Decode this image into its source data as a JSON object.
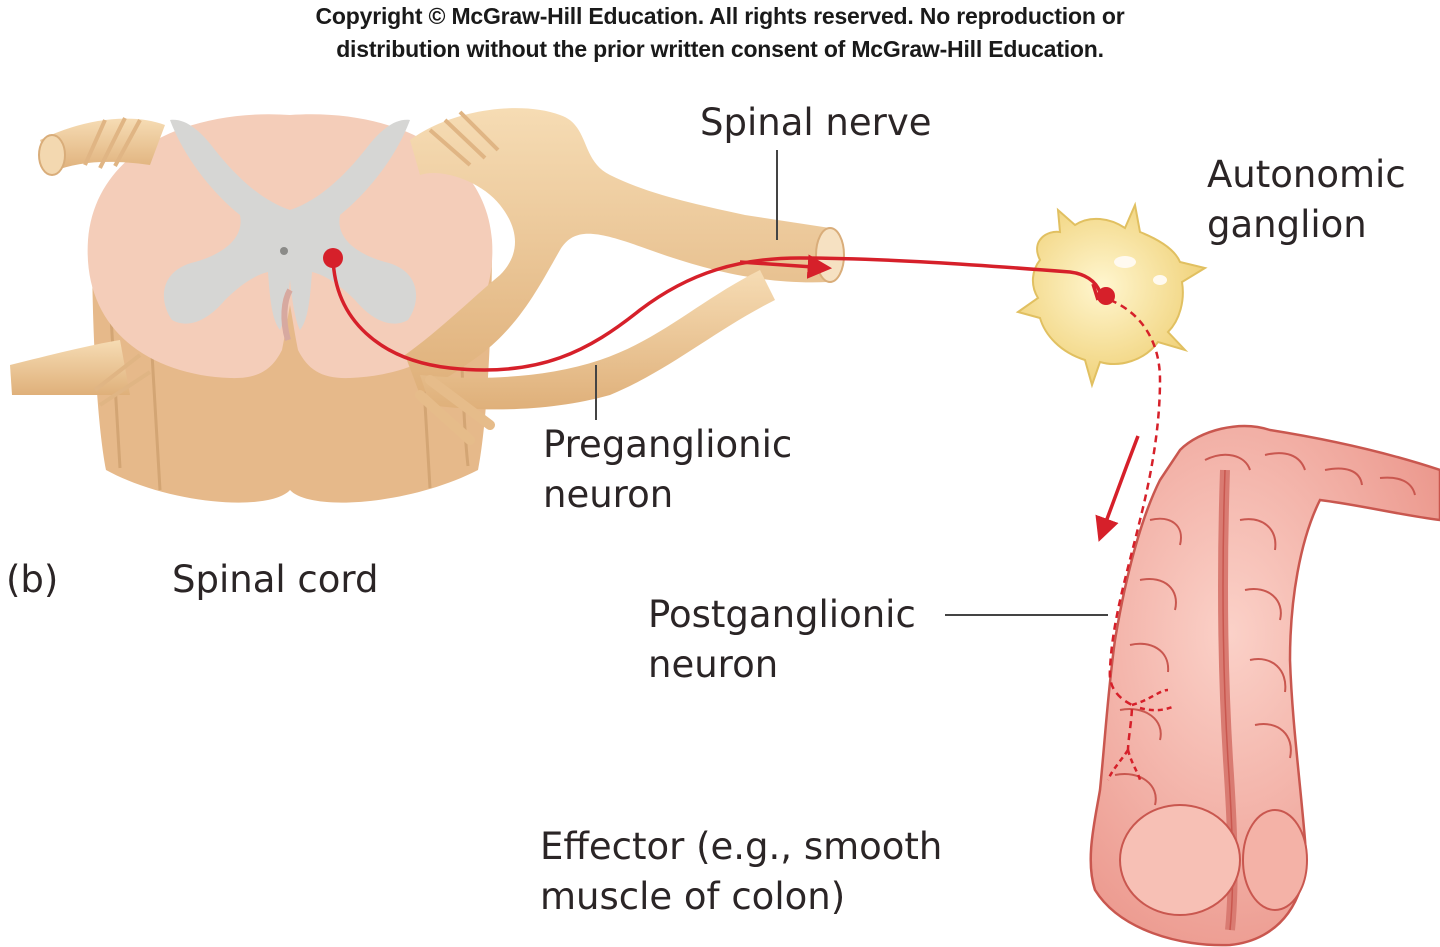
{
  "copyright": {
    "line1": "Copyright © McGraw-Hill Education. All rights reserved. No reproduction or",
    "line2": "distribution without the prior written consent of McGraw-Hill Education."
  },
  "labels": {
    "spinal_nerve": "Spinal nerve",
    "autonomic_ganglion": [
      "Autonomic",
      "ganglion"
    ],
    "preganglionic_neuron": [
      "Preganglionic",
      "neuron"
    ],
    "panel": "(b)",
    "spinal_cord": "Spinal cord",
    "postganglionic_neuron": [
      "Postganglionic",
      "neuron"
    ],
    "effector": [
      "Effector (e.g., smooth",
      "muscle of colon)"
    ]
  },
  "colors": {
    "neuron": "#d6202a",
    "cord_white_matter": "#f2c9b3",
    "cord_gray_matter": "#d5d5d3",
    "nerve": "#efc896",
    "ganglion": "#f8e19a",
    "colon": "#f1a9a0",
    "colon_outline": "#c9574f",
    "leader_line": "#444444"
  }
}
